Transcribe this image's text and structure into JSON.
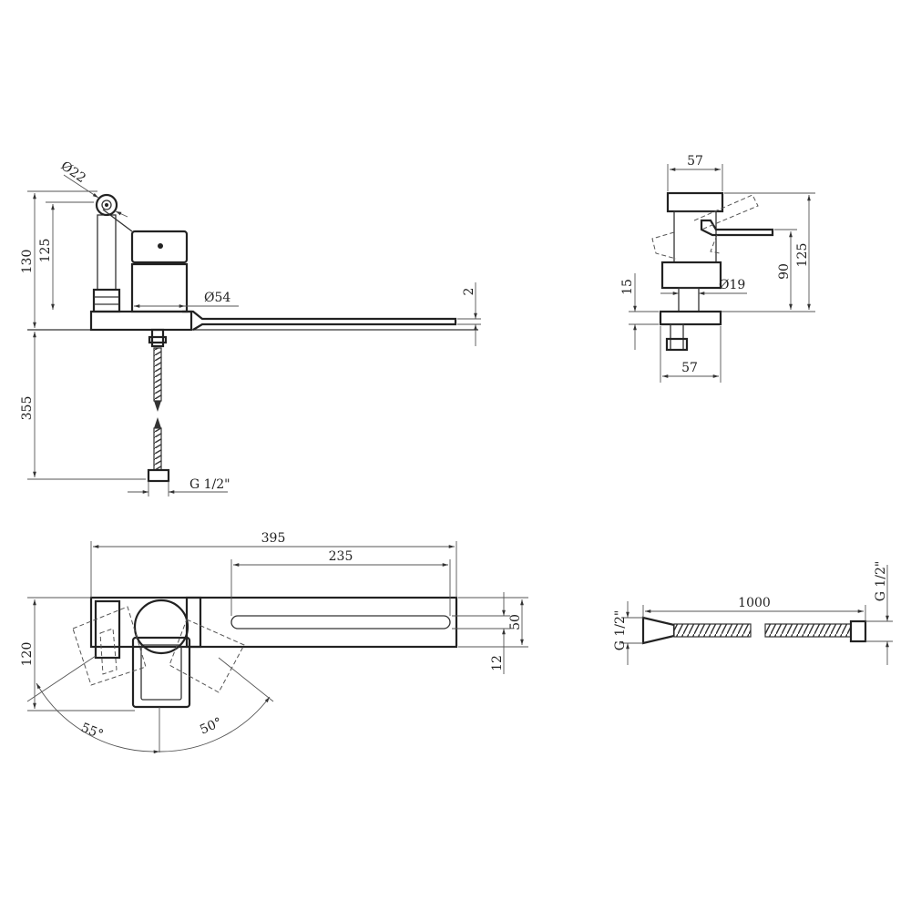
{
  "dimensions": {
    "side_view": {
      "handshower_dia": "Ø22",
      "total_height": "130",
      "handshower_height": "125",
      "body_dia": "Ø54",
      "spout_thickness": "2",
      "hose_length": "355",
      "connection_thread": "G 1/2\""
    },
    "front_view": {
      "top_width": "57",
      "height_125": "125",
      "height_90": "90",
      "base_height": "15",
      "shank_dia": "Ø19",
      "bottom_width": "57"
    },
    "plan_view": {
      "overall_length": "395",
      "spout_length": "235",
      "depth": "120",
      "spout_width": "50",
      "spout_offset": "12",
      "swivel_left": "55°",
      "swivel_right": "50°"
    },
    "hose_view": {
      "left_thread": "G 1/2\"",
      "hose_length": "1000",
      "right_thread": "G 1/2\""
    }
  }
}
